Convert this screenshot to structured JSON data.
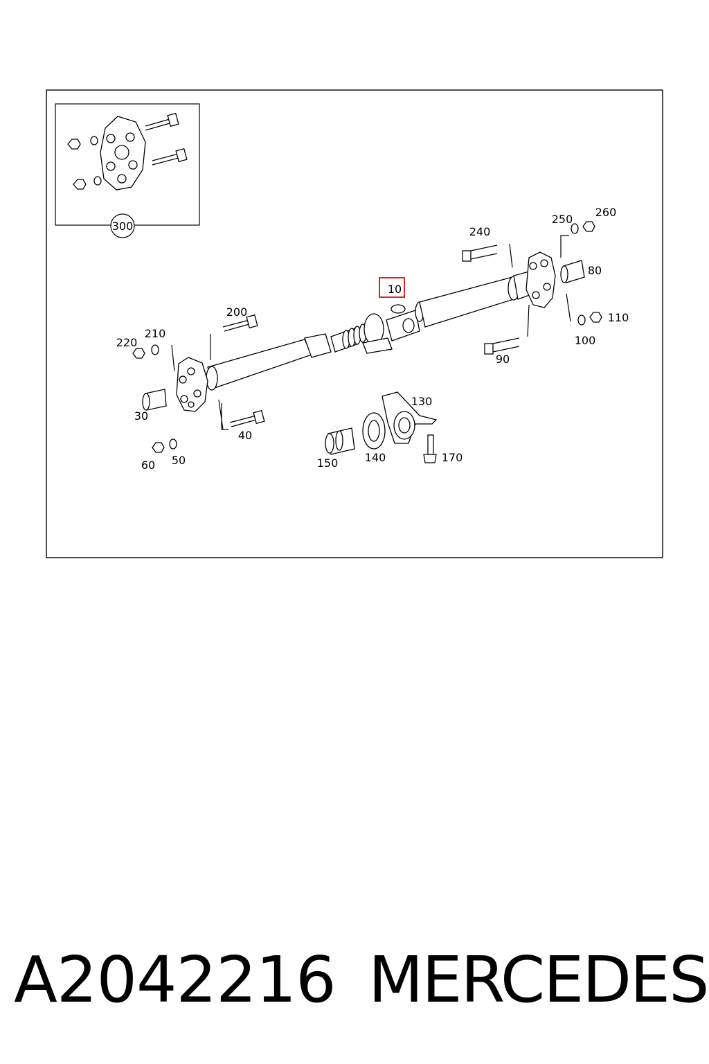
{
  "diagram": {
    "highlight_color": "#d8262b",
    "highlighted_part": "10",
    "inset_part": "300",
    "part_labels": {
      "p10": "10",
      "p30": "30",
      "p40": "40",
      "p50": "50",
      "p60": "60",
      "p80": "80",
      "p90": "90",
      "p100": "100",
      "p110": "110",
      "p130": "130",
      "p140": "140",
      "p150": "150",
      "p170": "170",
      "p200": "200",
      "p210": "210",
      "p220": "220",
      "p240": "240",
      "p250": "250",
      "p260": "260",
      "p300": "300"
    }
  },
  "footer": {
    "part_number": "A2042216",
    "brand": "MERCEDES"
  }
}
